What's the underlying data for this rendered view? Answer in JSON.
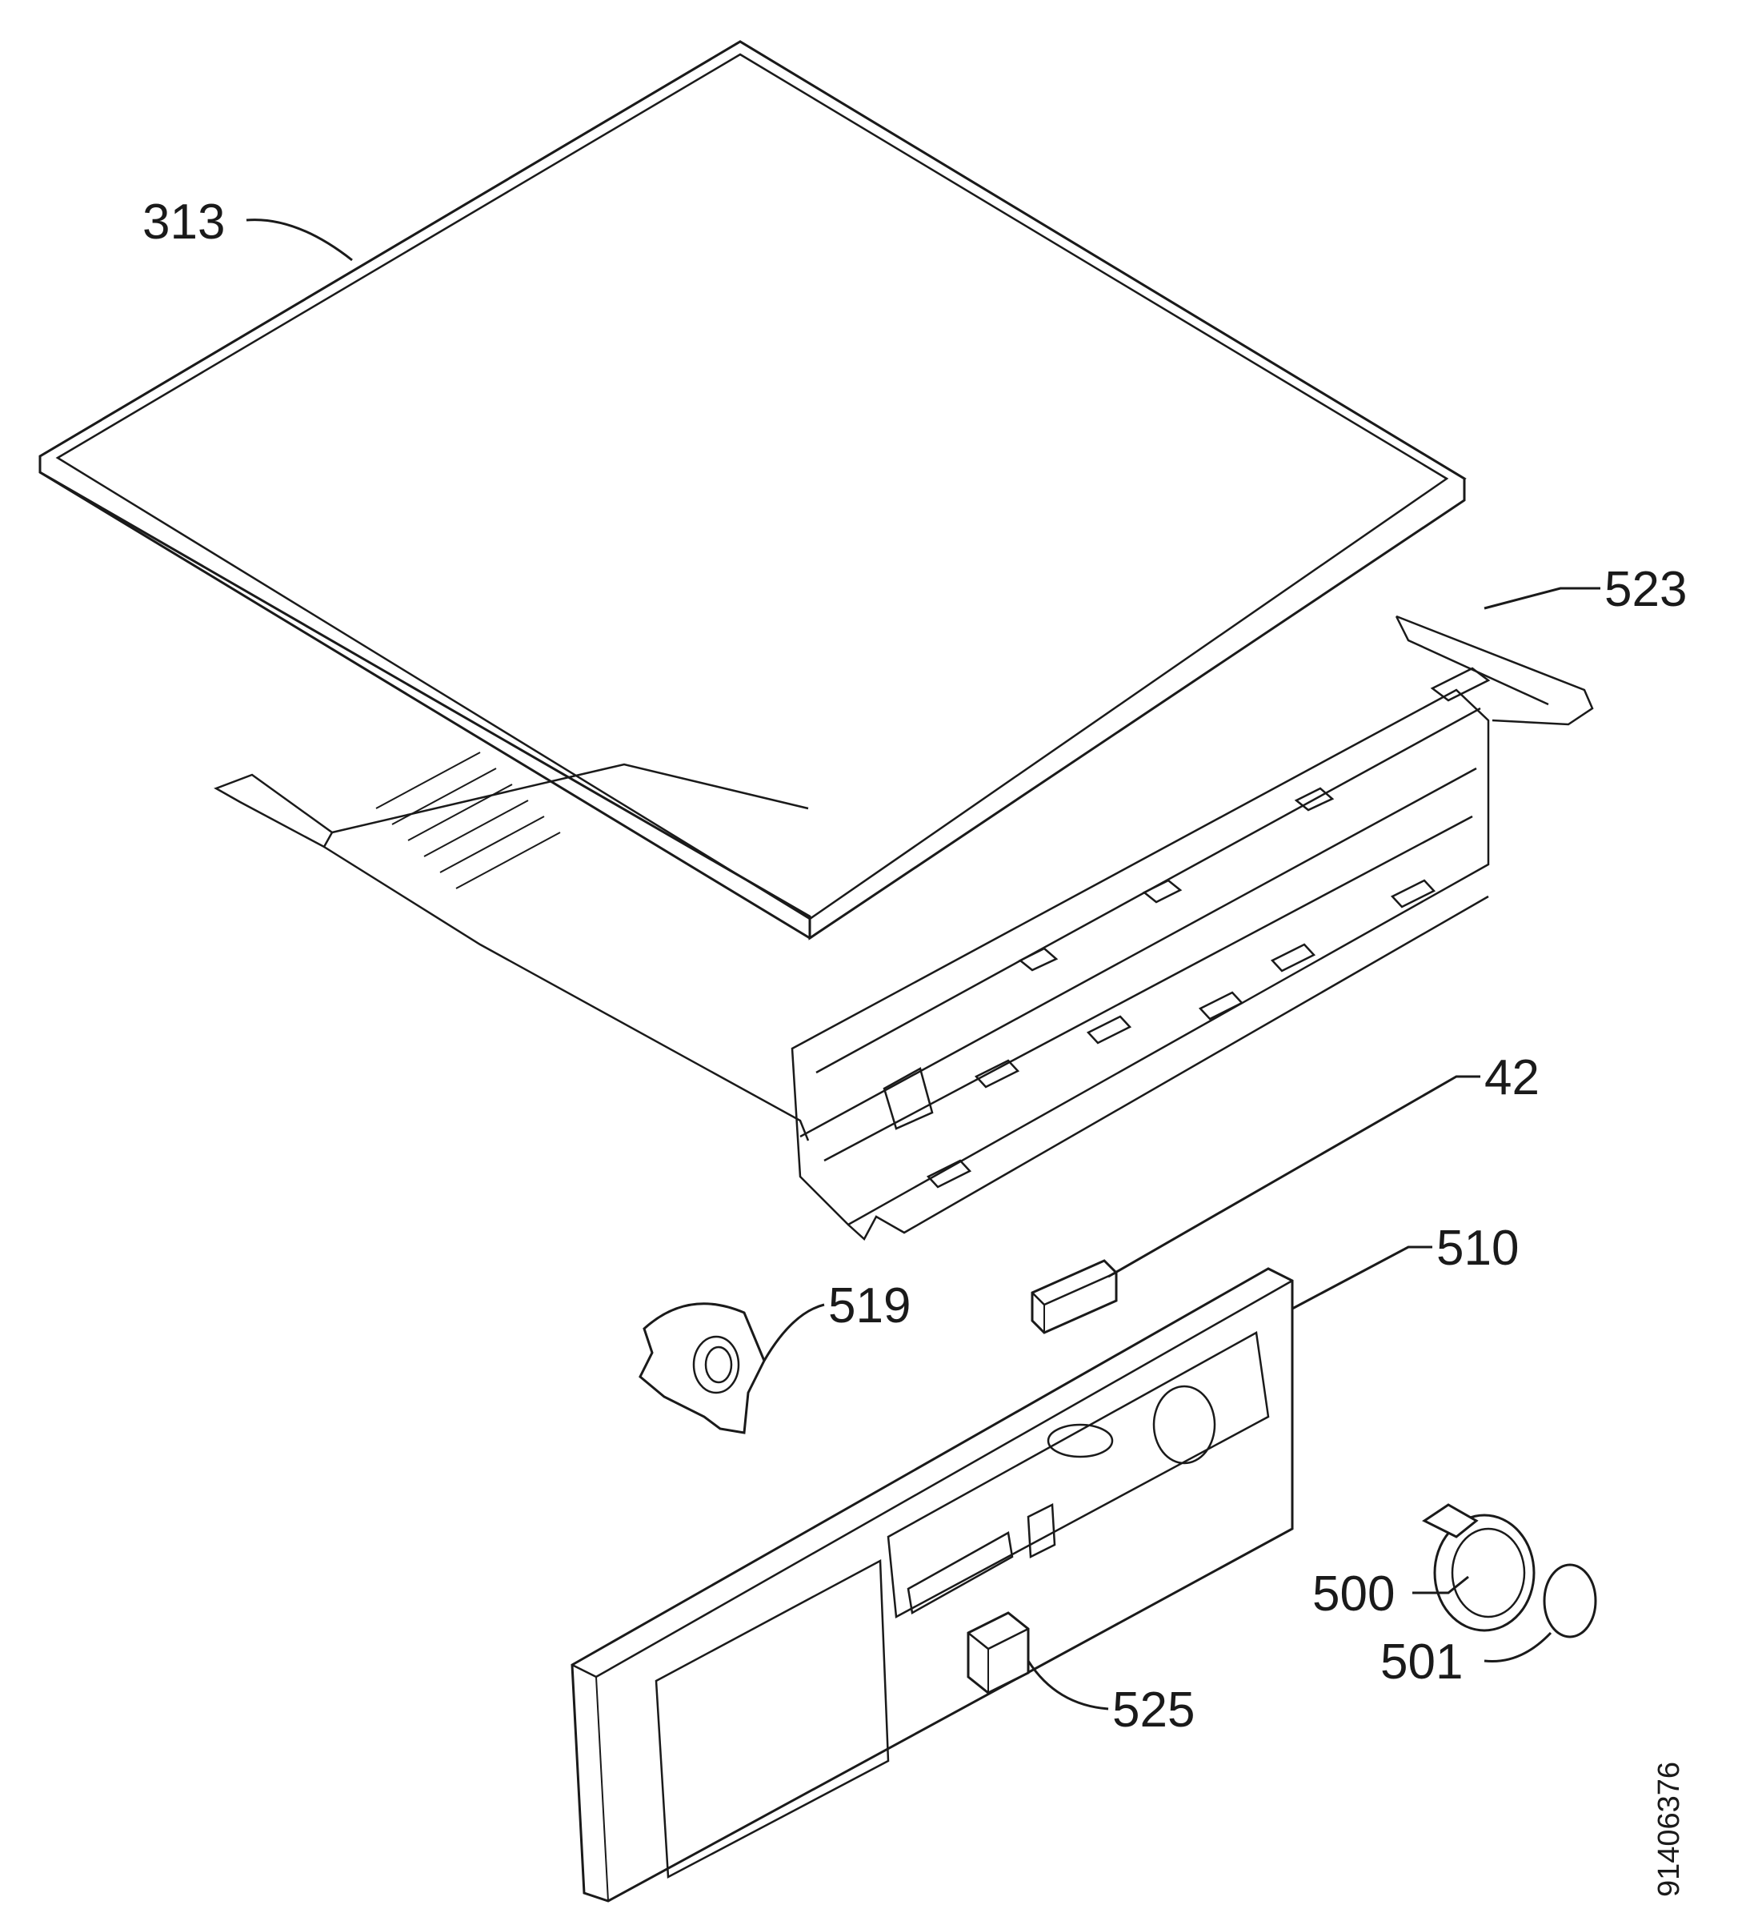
{
  "labels": {
    "p313": "313",
    "p523": "523",
    "p42": "42",
    "p510": "510",
    "p519": "519",
    "p500": "500",
    "p501": "501",
    "p525": "525"
  },
  "drawing_code": "91406376",
  "colors": {
    "ink": "#1a1a1a",
    "paper": "#ffffff"
  }
}
